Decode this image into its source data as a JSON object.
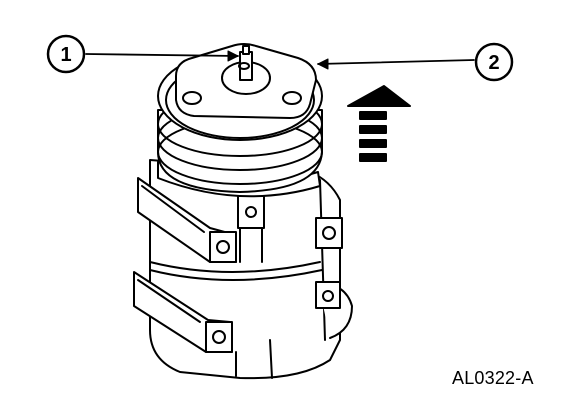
{
  "figure": {
    "code": "AL0322-A",
    "subject": "compressor-with-clutch-plate-icon",
    "line_color": "#000000",
    "background_color": "#ffffff"
  },
  "callouts": [
    {
      "number": "1"
    },
    {
      "number": "2"
    }
  ]
}
